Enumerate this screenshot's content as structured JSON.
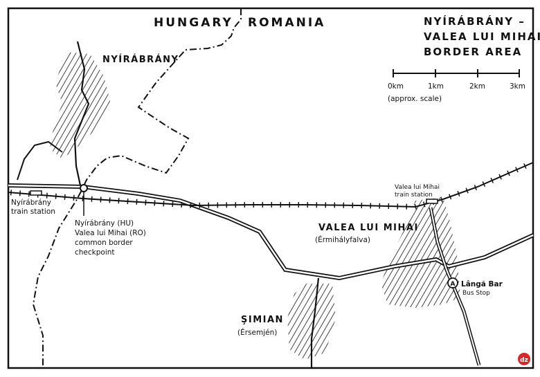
{
  "map": {
    "countries": {
      "left": "HUNGARY",
      "right": "ROMANIA"
    },
    "title": {
      "line1": "NYÍRÁBRÁNY –",
      "line2": "VALEA LUI MIHAI",
      "line3": "BORDER AREA"
    },
    "scale": {
      "ticks": [
        "0km",
        "1km",
        "2km",
        "3km"
      ],
      "note": "(approx. scale)"
    },
    "places": {
      "nyirabrany": "NYÍRÁBRÁNY",
      "valea_name": "VALEA LUI MIHAI",
      "valea_alt": "(Érmihályfalva)",
      "simian_name": "ŞIMIAN",
      "simian_alt": "(Érsemjén)"
    },
    "stations": {
      "nyirabrany_line1": "Nyírábrány",
      "nyirabrany_line2": "train station",
      "valea_line1": "Valea lui Mihai",
      "valea_line2": "train station"
    },
    "checkpoint": {
      "line1": "Nyírábrány (HU)",
      "line2": "Valea lui Mihai (RO)",
      "line3": "common border",
      "line4": "checkpoint"
    },
    "bus_stop": {
      "name": "Lângă Bar",
      "sub": "Bus Stop"
    },
    "signature": "dz",
    "colors": {
      "ink": "#111111",
      "paper": "#ffffff",
      "signature": "#d9262b"
    }
  }
}
